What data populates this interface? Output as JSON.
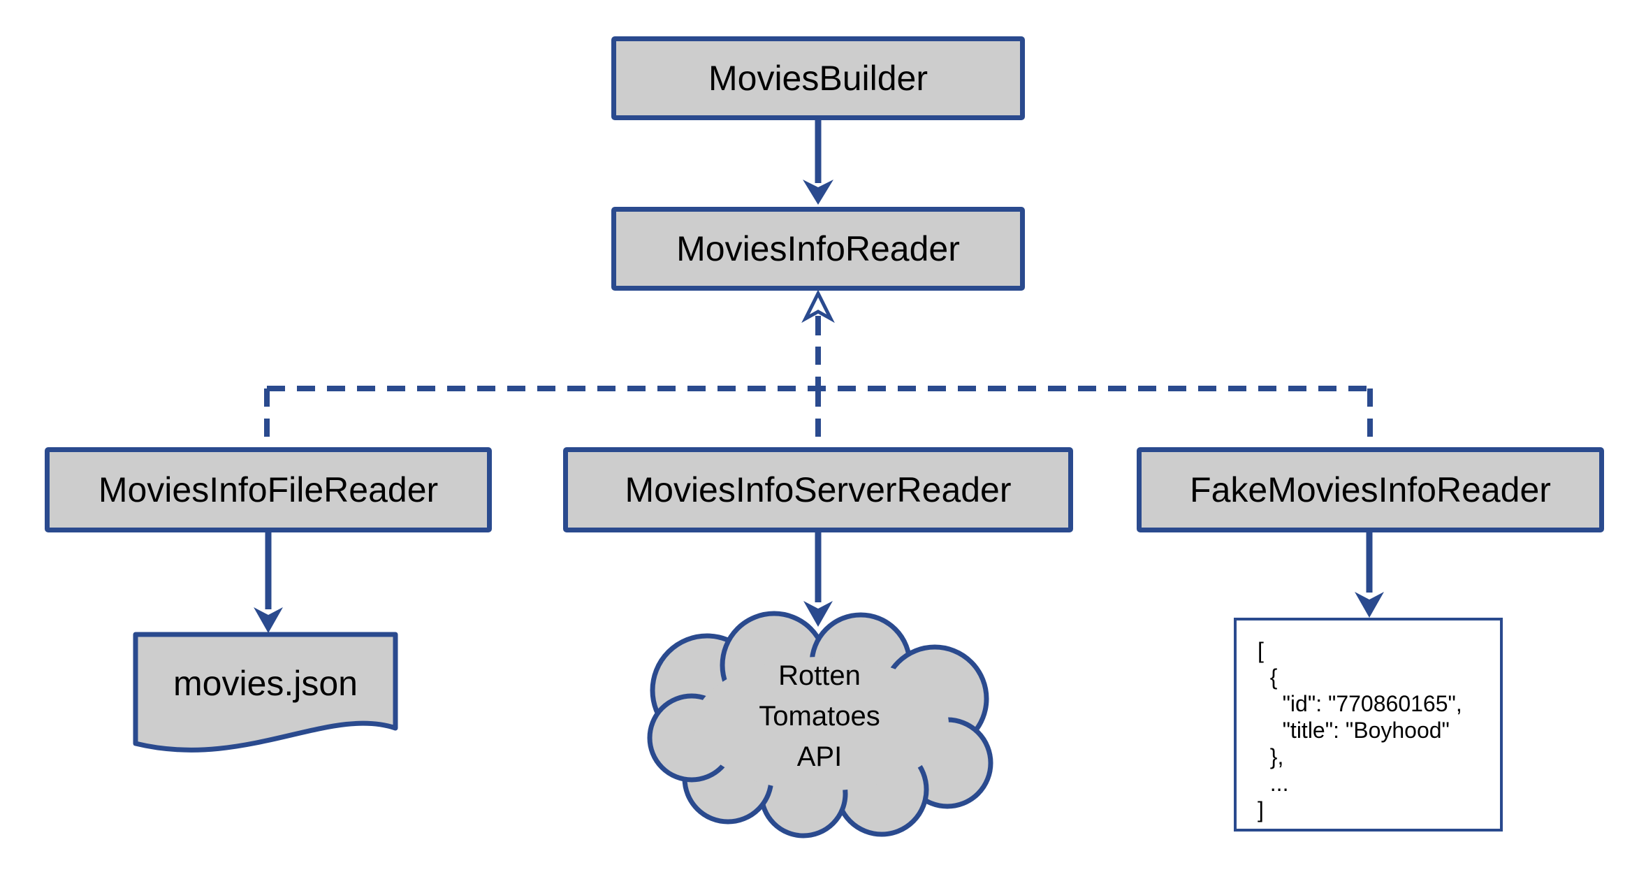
{
  "palette": {
    "line_blue": "#2a4a8e",
    "node_fill": "#cdcdcd",
    "text_color": "#000000",
    "sample_box_bg": "#ffffff"
  },
  "nodes": {
    "builder": {
      "label": "MoviesBuilder"
    },
    "reader": {
      "label": "MoviesInfoReader"
    },
    "file_reader": {
      "label": "MoviesInfoFileReader"
    },
    "server_reader": {
      "label": "MoviesInfoServerReader"
    },
    "fake_reader": {
      "label": "FakeMoviesInfoReader"
    },
    "json_file": {
      "label": "movies.json"
    },
    "api_cloud": {
      "line1": "Rotten",
      "line2": "Tomatoes",
      "line3": "API"
    },
    "sample_output": {
      "code": "[\n  {\n    \"id\": \"770860165\",\n    \"title\": \"Boyhood\"\n  },\n  ...\n]"
    }
  }
}
